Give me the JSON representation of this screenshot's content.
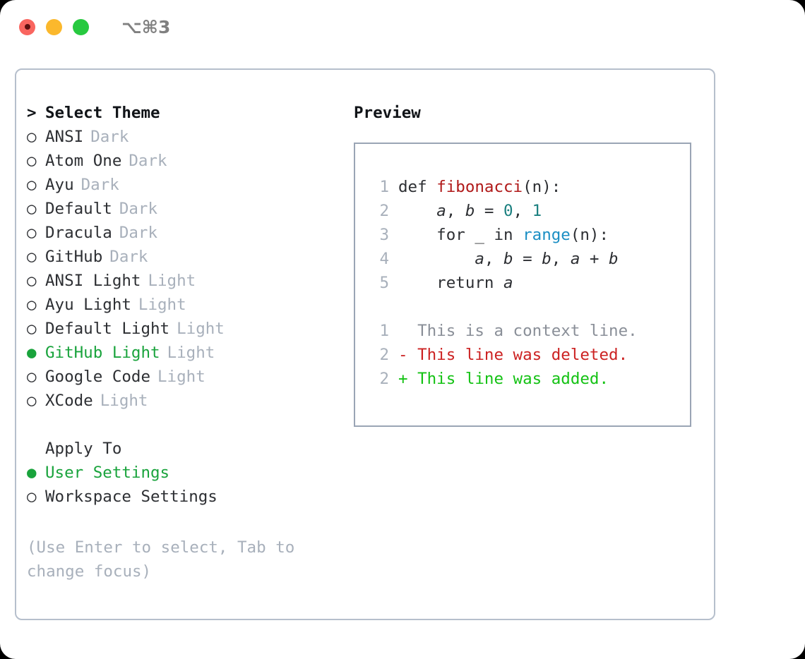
{
  "titlebar": {
    "shortcut": "⌥⌘3",
    "buttons": [
      {
        "name": "close",
        "color": "#f9655f"
      },
      {
        "name": "minimize",
        "color": "#fbb82c"
      },
      {
        "name": "zoom",
        "color": "#27c93f"
      }
    ]
  },
  "theme_picker": {
    "heading": "Select Theme",
    "caret": ">",
    "marker_unselected": "○",
    "marker_selected": "●",
    "accent_color": "#19a33c",
    "muted_color": "#a8b0bb",
    "items": [
      {
        "label": "ANSI",
        "kind": "Dark",
        "selected": false
      },
      {
        "label": "Atom One",
        "kind": "Dark",
        "selected": false
      },
      {
        "label": "Ayu",
        "kind": "Dark",
        "selected": false
      },
      {
        "label": "Default",
        "kind": "Dark",
        "selected": false
      },
      {
        "label": "Dracula",
        "kind": "Dark",
        "selected": false
      },
      {
        "label": "GitHub",
        "kind": "Dark",
        "selected": false
      },
      {
        "label": "ANSI Light",
        "kind": "Light",
        "selected": false
      },
      {
        "label": "Ayu Light",
        "kind": "Light",
        "selected": false
      },
      {
        "label": "Default Light",
        "kind": "Light",
        "selected": false
      },
      {
        "label": "GitHub Light",
        "kind": "Light",
        "selected": true
      },
      {
        "label": "Google Code",
        "kind": "Light",
        "selected": false
      },
      {
        "label": "XCode",
        "kind": "Light",
        "selected": false
      }
    ]
  },
  "apply_to": {
    "heading": "Apply To",
    "items": [
      {
        "label": "User Settings",
        "selected": true
      },
      {
        "label": "Workspace Settings",
        "selected": false
      }
    ]
  },
  "hint": "(Use Enter to select, Tab to change focus)",
  "preview": {
    "title": "Preview",
    "code_lines": [
      {
        "no": "1",
        "segments": [
          {
            "text": "def ",
            "cls": "plain"
          },
          {
            "text": "fibonacci",
            "cls": "tok-fn"
          },
          {
            "text": "(n):",
            "cls": "plain"
          }
        ]
      },
      {
        "no": "2",
        "segments": [
          {
            "text": "    ",
            "cls": "plain"
          },
          {
            "text": "a",
            "cls": "tok-var"
          },
          {
            "text": ", ",
            "cls": "plain"
          },
          {
            "text": "b",
            "cls": "tok-var"
          },
          {
            "text": " = ",
            "cls": "plain"
          },
          {
            "text": "0",
            "cls": "tok-num"
          },
          {
            "text": ", ",
            "cls": "plain"
          },
          {
            "text": "1",
            "cls": "tok-num"
          }
        ]
      },
      {
        "no": "3",
        "segments": [
          {
            "text": "    for _ in ",
            "cls": "plain"
          },
          {
            "text": "range",
            "cls": "tok-builtin"
          },
          {
            "text": "(n):",
            "cls": "plain"
          }
        ]
      },
      {
        "no": "4",
        "segments": [
          {
            "text": "        ",
            "cls": "plain"
          },
          {
            "text": "a",
            "cls": "tok-var"
          },
          {
            "text": ", ",
            "cls": "plain"
          },
          {
            "text": "b",
            "cls": "tok-var"
          },
          {
            "text": " = ",
            "cls": "plain"
          },
          {
            "text": "b",
            "cls": "tok-var"
          },
          {
            "text": ", ",
            "cls": "plain"
          },
          {
            "text": "a",
            "cls": "tok-var"
          },
          {
            "text": " + ",
            "cls": "plain"
          },
          {
            "text": "b",
            "cls": "tok-var"
          }
        ]
      },
      {
        "no": "5",
        "segments": [
          {
            "text": "    return ",
            "cls": "plain"
          },
          {
            "text": "a",
            "cls": "tok-var"
          }
        ]
      }
    ],
    "diff_lines": [
      {
        "no": "1",
        "marker": " ",
        "text": "This is a context line.",
        "kind": "context"
      },
      {
        "no": "2",
        "marker": "-",
        "text": "This line was deleted.",
        "kind": "deleted"
      },
      {
        "no": "2",
        "marker": "+",
        "text": "This line was added.",
        "kind": "added"
      }
    ]
  }
}
